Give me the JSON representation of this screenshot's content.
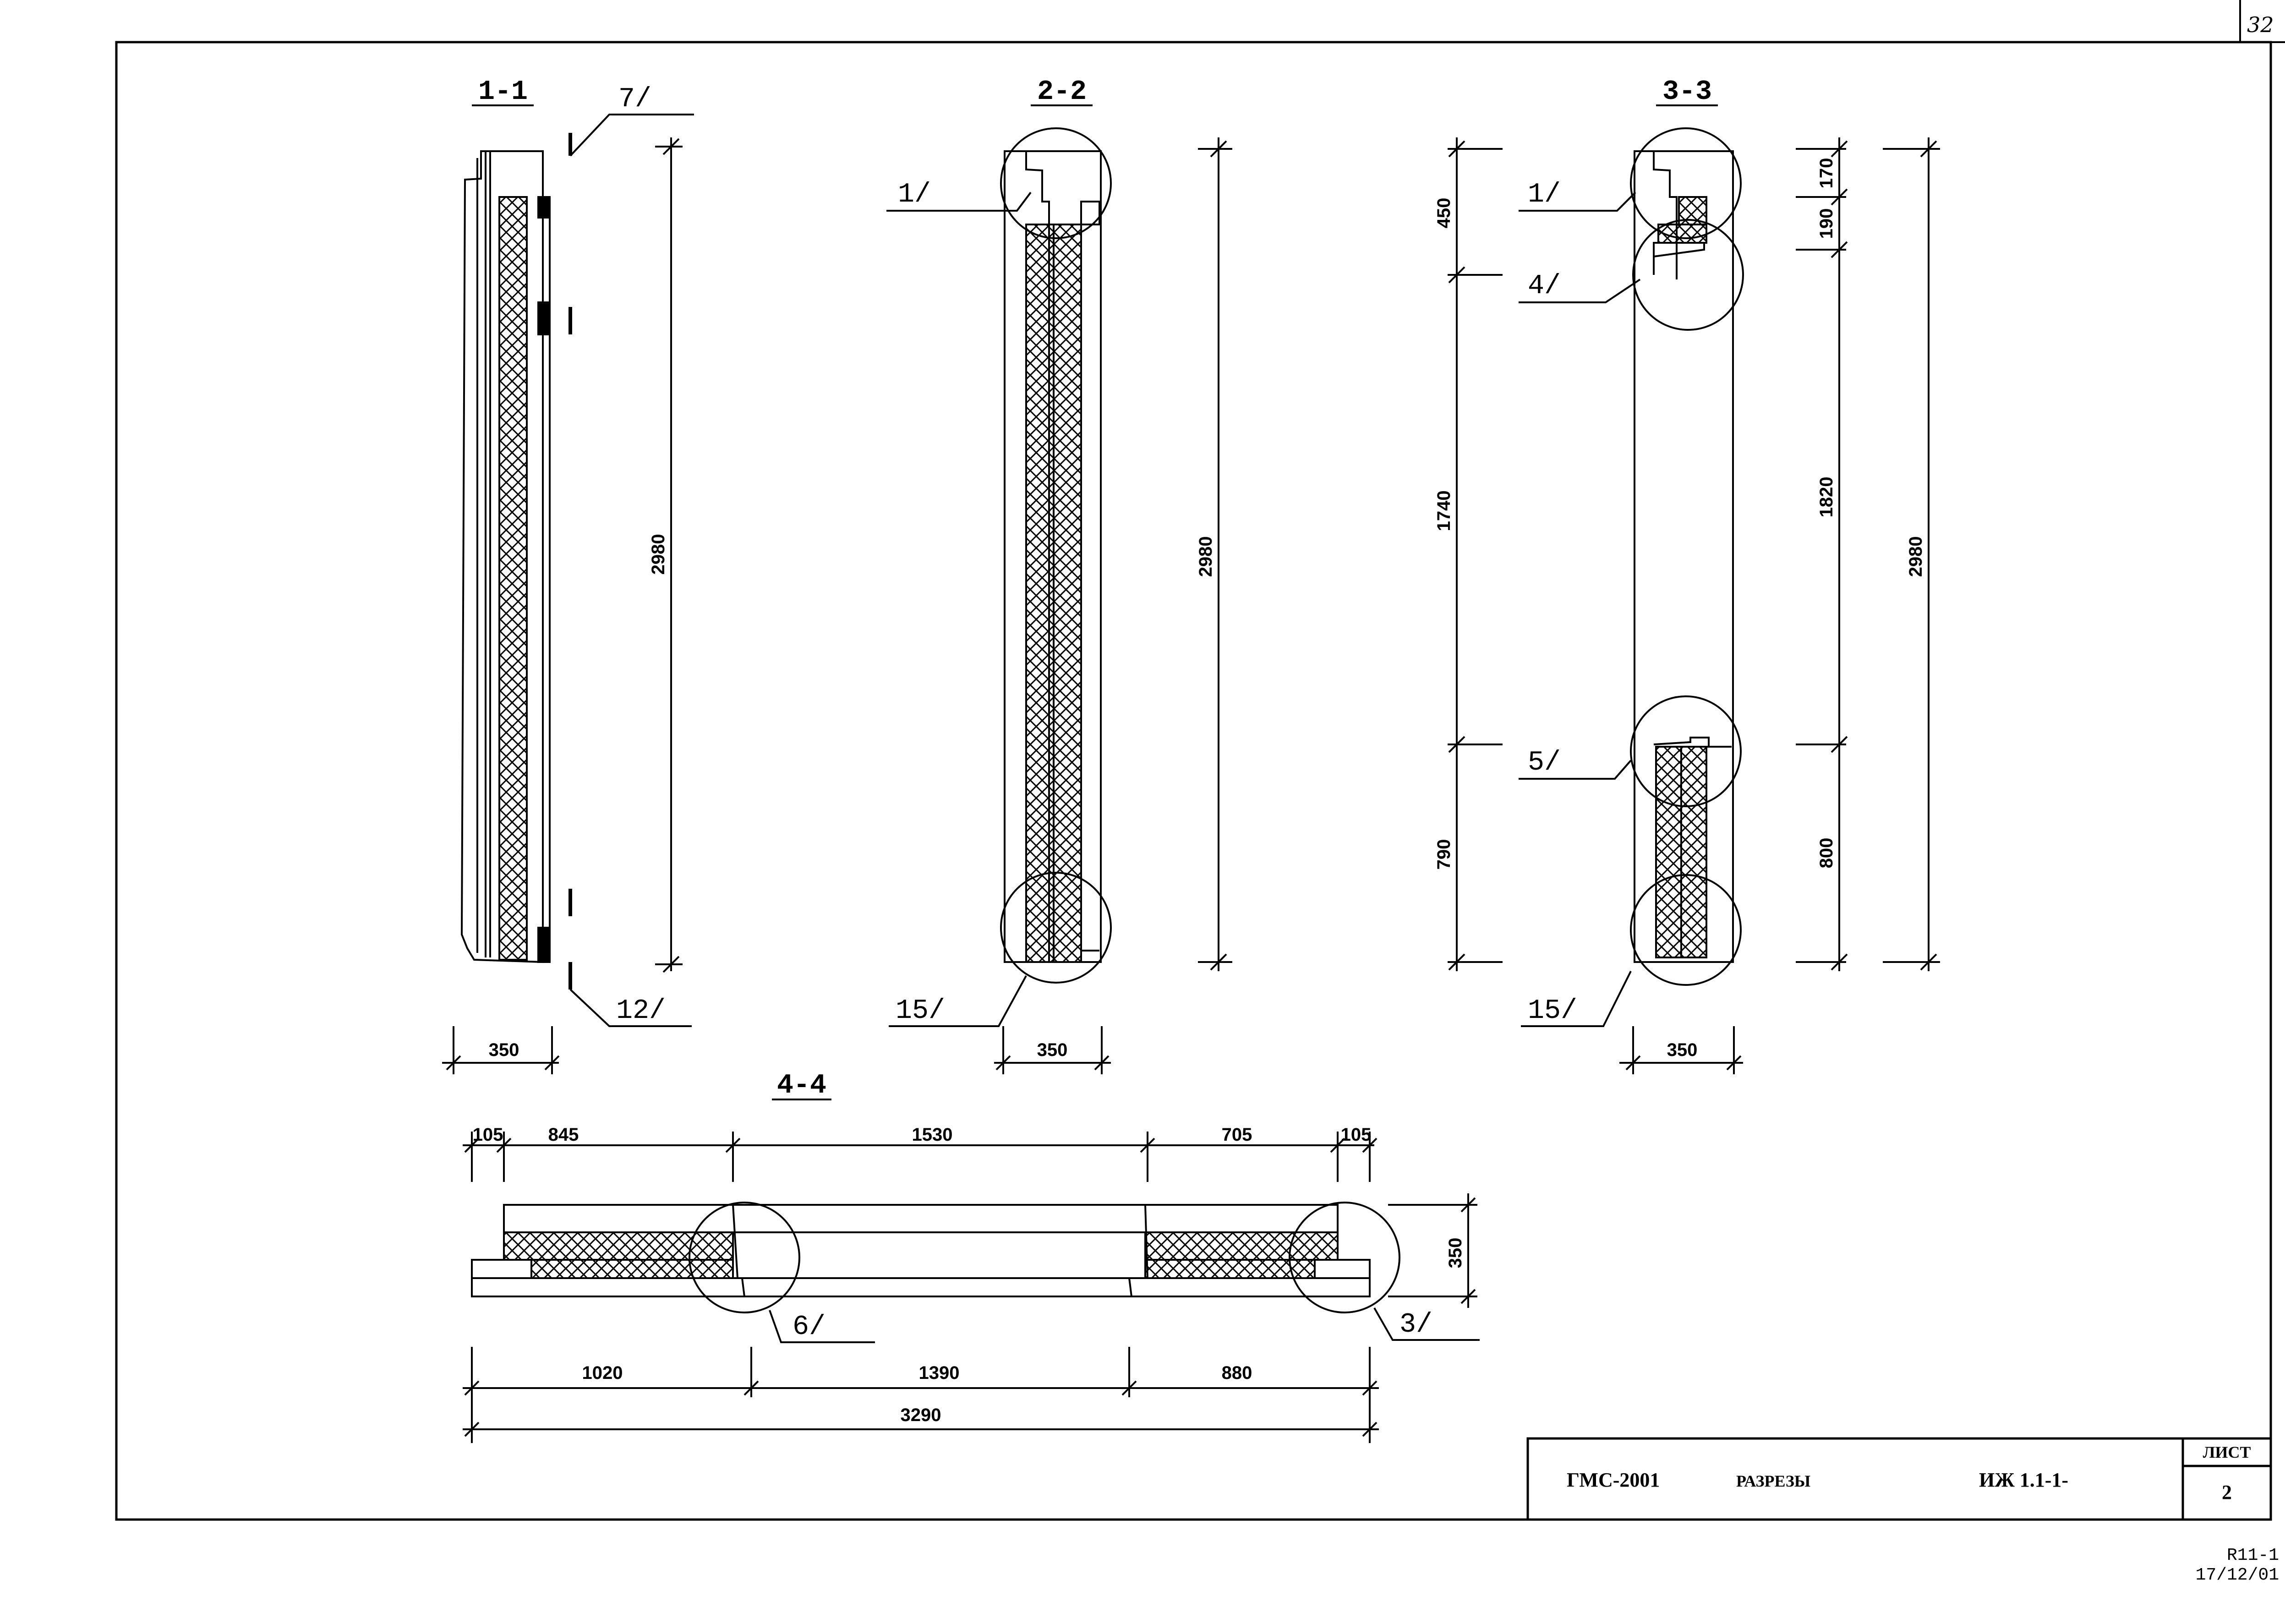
{
  "page_number": "32",
  "sections": {
    "s11": {
      "title": "1-1",
      "callout_top": "7/",
      "callout_bottom": "12/",
      "dim_height": "2980",
      "dim_width": "350"
    },
    "s22": {
      "title": "2-2",
      "callout_top": "1/",
      "callout_bottom": "15/",
      "dim_height": "2980",
      "dim_width": "350"
    },
    "s33": {
      "title": "3-3",
      "callout_1": "1/",
      "callout_4": "4/",
      "callout_5": "5/",
      "callout_15": "15/",
      "dim_left": [
        "450",
        "1740",
        "790"
      ],
      "dim_mid": [
        "170",
        "190",
        "1820",
        "800"
      ],
      "dim_total": "2980",
      "dim_width": "350"
    },
    "s44": {
      "title": "4-4",
      "callout_6": "6/",
      "callout_3": "3/",
      "dim_top": [
        "105",
        "845",
        "1530",
        "705",
        "105"
      ],
      "dim_height": "350",
      "dim_bottom": [
        "1020",
        "1390",
        "880"
      ],
      "dim_total": "3290"
    }
  },
  "title_block": {
    "code": "ГМС-2001",
    "name": "РАЗРЕЗЫ",
    "doc": "ИЖ 1.1-1-",
    "sheet_label": "ЛИСТ",
    "sheet_no": "2"
  },
  "stamp": {
    "line1": "R11-1",
    "line2": "17/12/01"
  }
}
